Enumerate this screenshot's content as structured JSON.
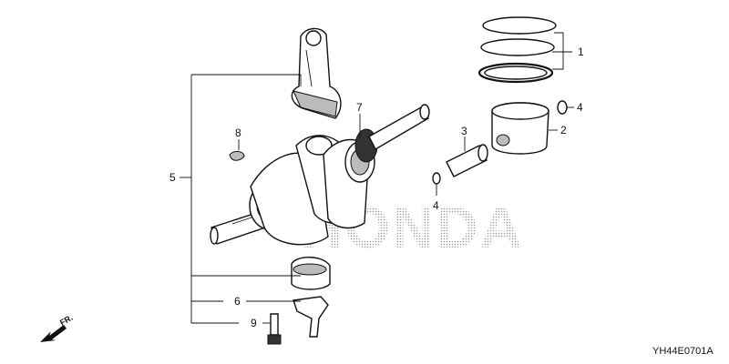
{
  "watermark": "HONDA",
  "diagram_code": "YH44E0701A",
  "fr_label": "FR.",
  "callouts": {
    "c1": "1",
    "c2": "2",
    "c3": "3",
    "c4a": "4",
    "c4b": "4",
    "c5": "5",
    "c6": "6",
    "c7": "7",
    "c8": "8",
    "c9": "9"
  }
}
